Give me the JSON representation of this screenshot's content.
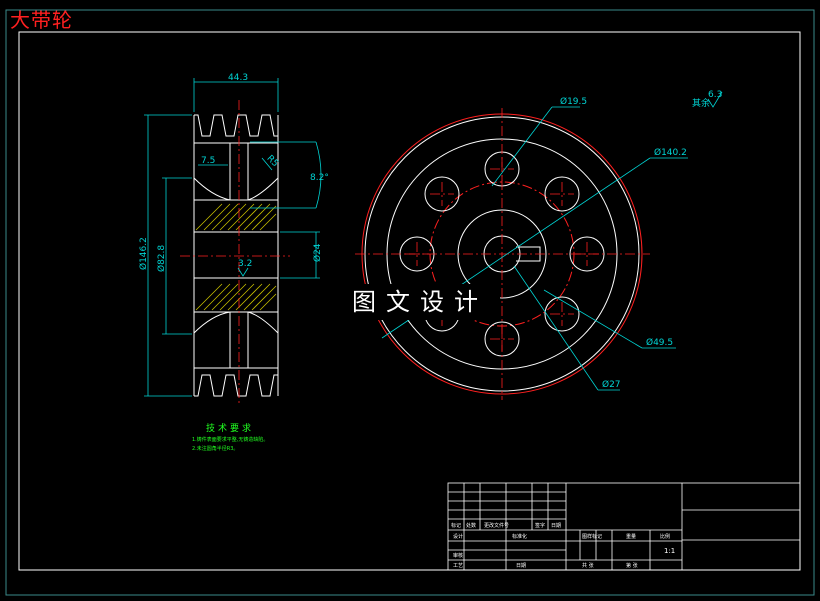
{
  "title": "大带轮",
  "watermark": "图文设计",
  "dimensions": {
    "width_top": "44.3",
    "groove_offset": "7.5",
    "radius": "R5",
    "angle": "8.2°",
    "dia_outer": "Ø146.2",
    "dia_hub": "Ø82.8",
    "dia_bore": "Ø24",
    "roughness_left": "3.2",
    "d_19_5": "Ø19.5",
    "d_140_2": "Ø140.2",
    "d_49_5": "Ø49.5",
    "d_27": "Ø27"
  },
  "surface_note": {
    "label": "其余",
    "value": "6.3"
  },
  "tech_req": {
    "heading": "技术要求",
    "lines": [
      "1.铸件表面要求平整,无铸造缺陷。",
      "2.未注圆角半径R3。"
    ]
  },
  "title_block": {
    "left_labels": [
      "标记",
      "处数",
      "更改文件号",
      "签字",
      "日期"
    ],
    "left_rows": [
      "设计",
      "标准化",
      "审核",
      "工艺",
      "日期"
    ],
    "part_name": "图样标记",
    "weight_label": "重量",
    "scale_label": "比例",
    "scale_value": "1:1",
    "sheet_total": "共 张",
    "sheet_no": "第 张"
  },
  "colors": {
    "frame": "#ffffff",
    "dimension": "#00d4d4",
    "center": "#ff2020",
    "hatch": "#c8c000",
    "text_green": "#20ff20",
    "title": "#ff2020"
  }
}
